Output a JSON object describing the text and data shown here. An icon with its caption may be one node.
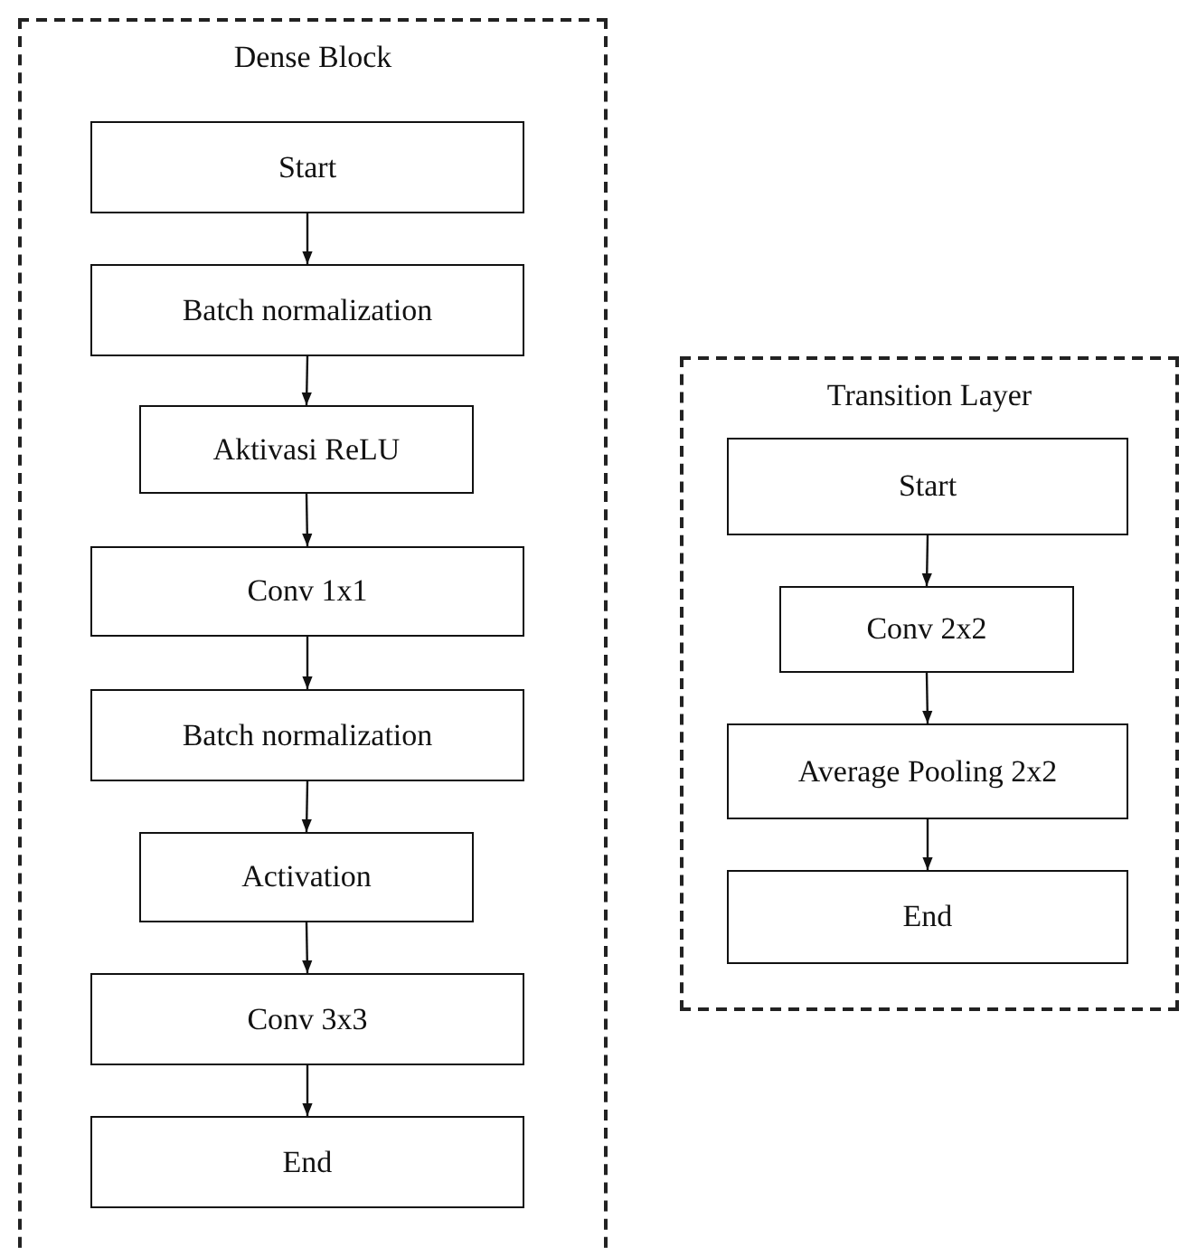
{
  "diagram": {
    "nodes": [
      {
        "text": [
          "Dense Block"
        ]
      },
      {
        "text": [
          "Start"
        ],
        "in": 0
      },
      {
        "text": [
          "Batch normalization"
        ],
        "in": 0
      },
      {
        "text": [
          "Aktivasi ReLU"
        ],
        "in": 0
      },
      {
        "text": [
          "Conv 1x1"
        ],
        "in": 0
      },
      {
        "text": [
          "Batch normalization"
        ],
        "in": 0
      },
      {
        "text": [
          "Activation"
        ],
        "in": 0
      },
      {
        "text": [
          "Conv 3x3"
        ],
        "in": 0
      },
      {
        "text": [
          "End"
        ],
        "in": 0
      },
      {
        "text": [
          "Transition Layer"
        ]
      },
      {
        "text": [
          "Start"
        ],
        "in": 9
      },
      {
        "text": [
          "Conv 2x2"
        ],
        "in": 9
      },
      {
        "text": [
          "Average Pooling 2x2"
        ],
        "in": 9
      },
      {
        "text": [
          "End"
        ],
        "in": 9
      }
    ],
    "edges": [
      {
        "from": 1,
        "to": 2,
        "arrow": "to"
      },
      {
        "from": 2,
        "to": 3,
        "arrow": "to"
      },
      {
        "from": 3,
        "to": 4,
        "arrow": "to"
      },
      {
        "from": 4,
        "to": 5,
        "arrow": "to"
      },
      {
        "from": 5,
        "to": 6,
        "arrow": "to"
      },
      {
        "from": 6,
        "to": 7,
        "arrow": "to"
      },
      {
        "from": 7,
        "to": 8,
        "arrow": "to"
      },
      {
        "from": 10,
        "to": 11,
        "arrow": "to"
      },
      {
        "from": 11,
        "to": 12,
        "arrow": "to"
      },
      {
        "from": 12,
        "to": 13,
        "arrow": "to"
      }
    ]
  }
}
